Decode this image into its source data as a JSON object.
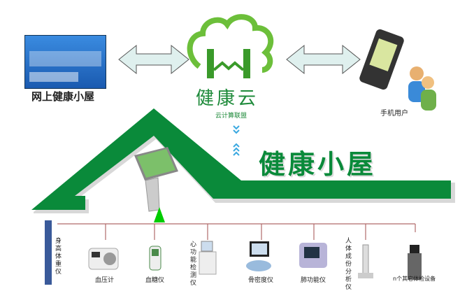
{
  "online_house": {
    "label": "网上健康小屋"
  },
  "cloud": {
    "title": "健康云",
    "subtitle": "云计算联盟"
  },
  "mobile": {
    "label": "手机用户"
  },
  "banner": {
    "title": "健康小屋"
  },
  "devices": [
    {
      "label": "身高体重仪"
    },
    {
      "label": "血压计"
    },
    {
      "label": "血糖仪"
    },
    {
      "label": "心功能检测仪"
    },
    {
      "label": "骨密度仪"
    },
    {
      "label": "肺功能仪"
    },
    {
      "label": "人体成份分析仪"
    },
    {
      "label": "n个其它体检设备"
    }
  ],
  "colors": {
    "green": "#0a8a3a",
    "light_green": "#00cc00",
    "arrow_fill": "#dff0ee",
    "line": "#b06a6a",
    "chevron": "#3aa8e0"
  }
}
